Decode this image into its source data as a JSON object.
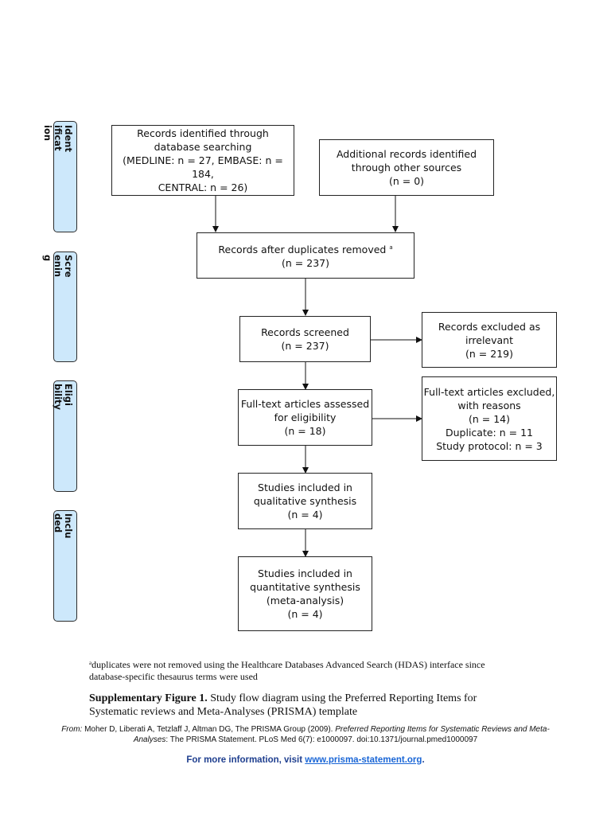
{
  "stages": [
    {
      "id": "identification",
      "label": "Identification"
    },
    {
      "id": "screening",
      "label": "Screening"
    },
    {
      "id": "eligibility",
      "label": "Eligibility"
    },
    {
      "id": "included",
      "label": "Included"
    }
  ],
  "boxes": {
    "database_search": {
      "lines": [
        "Records identified through database searching",
        "(MEDLINE: n = 27, EMBASE: n = 184,",
        "CENTRAL: n = 26)"
      ]
    },
    "other_sources": {
      "lines": [
        "Additional records identified",
        "through other sources",
        "(n = 0)"
      ]
    },
    "duplicates_removed": {
      "line1": "Records after duplicates removed",
      "mark": "a",
      "line2": "(n = 237)"
    },
    "records_screened": {
      "lines": [
        "Records screened",
        "(n = 237)"
      ]
    },
    "records_excluded": {
      "lines": [
        "Records excluded as",
        "irrelevant",
        "(n = 219)"
      ]
    },
    "fulltext_assessed": {
      "lines": [
        "Full-text articles assessed",
        "for eligibility",
        "(n = 18)"
      ]
    },
    "fulltext_excluded": {
      "lines": [
        "Full-text articles excluded,",
        "with reasons",
        "(n = 14)",
        "Duplicate: n = 11",
        "Study protocol: n = 3"
      ]
    },
    "qualitative": {
      "lines": [
        "Studies included in",
        "qualitative synthesis",
        "(n = 4)"
      ]
    },
    "quantitative": {
      "lines": [
        "Studies included in",
        "quantitative synthesis",
        "(meta-analysis)",
        "(n = 4)"
      ]
    }
  },
  "footnote": {
    "mark": "a",
    "text": "duplicates were not removed using the Healthcare Databases Advanced Search (HDAS) interface since database-specific thesaurus terms were used"
  },
  "caption": {
    "label": "Supplementary Figure 1.",
    "text": " Study flow diagram using the Preferred Reporting Items for Systematic reviews and Meta-Analyses (PRISMA) template"
  },
  "citation": {
    "from": "From:",
    "authors": " Moher D, Liberati A, Tetzlaff J, Altman DG, The PRISMA Group (2009). ",
    "title": "Preferred Reporting Items for Systematic Reviews and Meta-Analyses",
    "rest": ": The PRISMA Statement. PLoS Med 6(7): e1000097. doi:10.1371/journal.pmed1000097"
  },
  "more_info": {
    "prefix": "For more information, visit ",
    "link": "www.prisma-statement.org",
    "suffix": "."
  }
}
